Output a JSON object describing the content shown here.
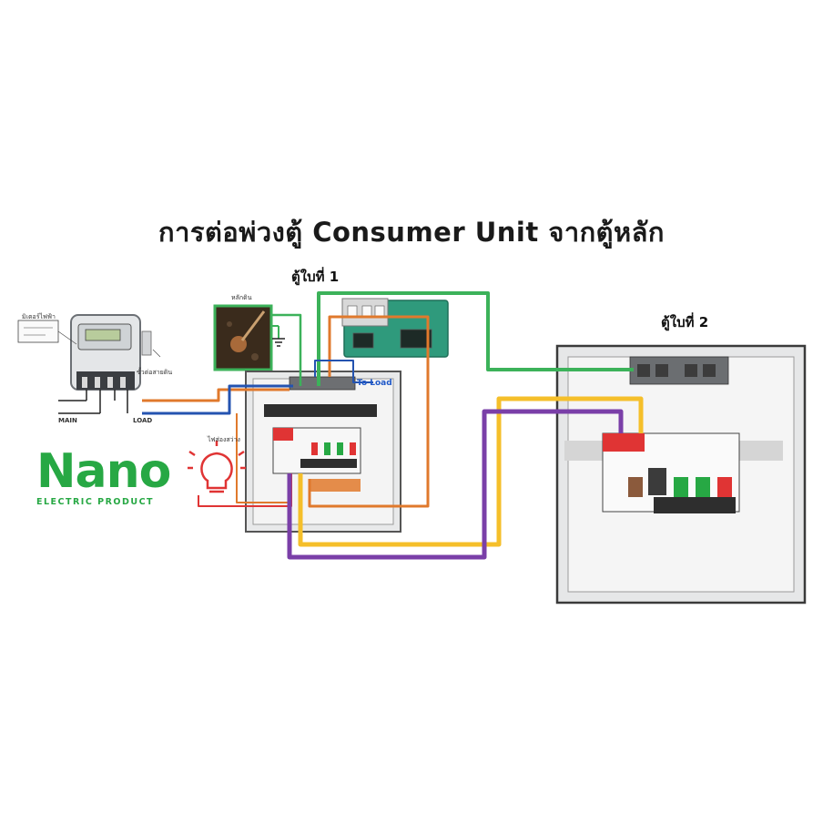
{
  "header": {
    "title": "การต่อพ่วงตู้ Consumer Unit จากตู้หลัก"
  },
  "units": {
    "unit1_label": "ตู้ใบที่ 1",
    "unit2_label": "ตู้ใบที่ 2"
  },
  "meter": {
    "main_label": "MAIN",
    "load_label": "LOAD",
    "top_left_note": "มิเตอร์ไฟฟ้า",
    "side_note": "ขั้วต่อสายดิน"
  },
  "ground": {
    "label": "หลักดิน"
  },
  "lamp": {
    "label": "ไฟส่องสว่าง"
  },
  "panel1": {
    "to_load": "To Load"
  },
  "brand": {
    "logo_text": "Nano",
    "tagline": "ELECTRIC PRODUCT",
    "primary_color": "#27a844"
  },
  "wire_colors": {
    "green": "#3cb25a",
    "orange": "#e0792c",
    "blue": "#2453b0",
    "yellow": "#f5bf2a",
    "purple": "#7a3fa8",
    "red": "#e03434"
  }
}
